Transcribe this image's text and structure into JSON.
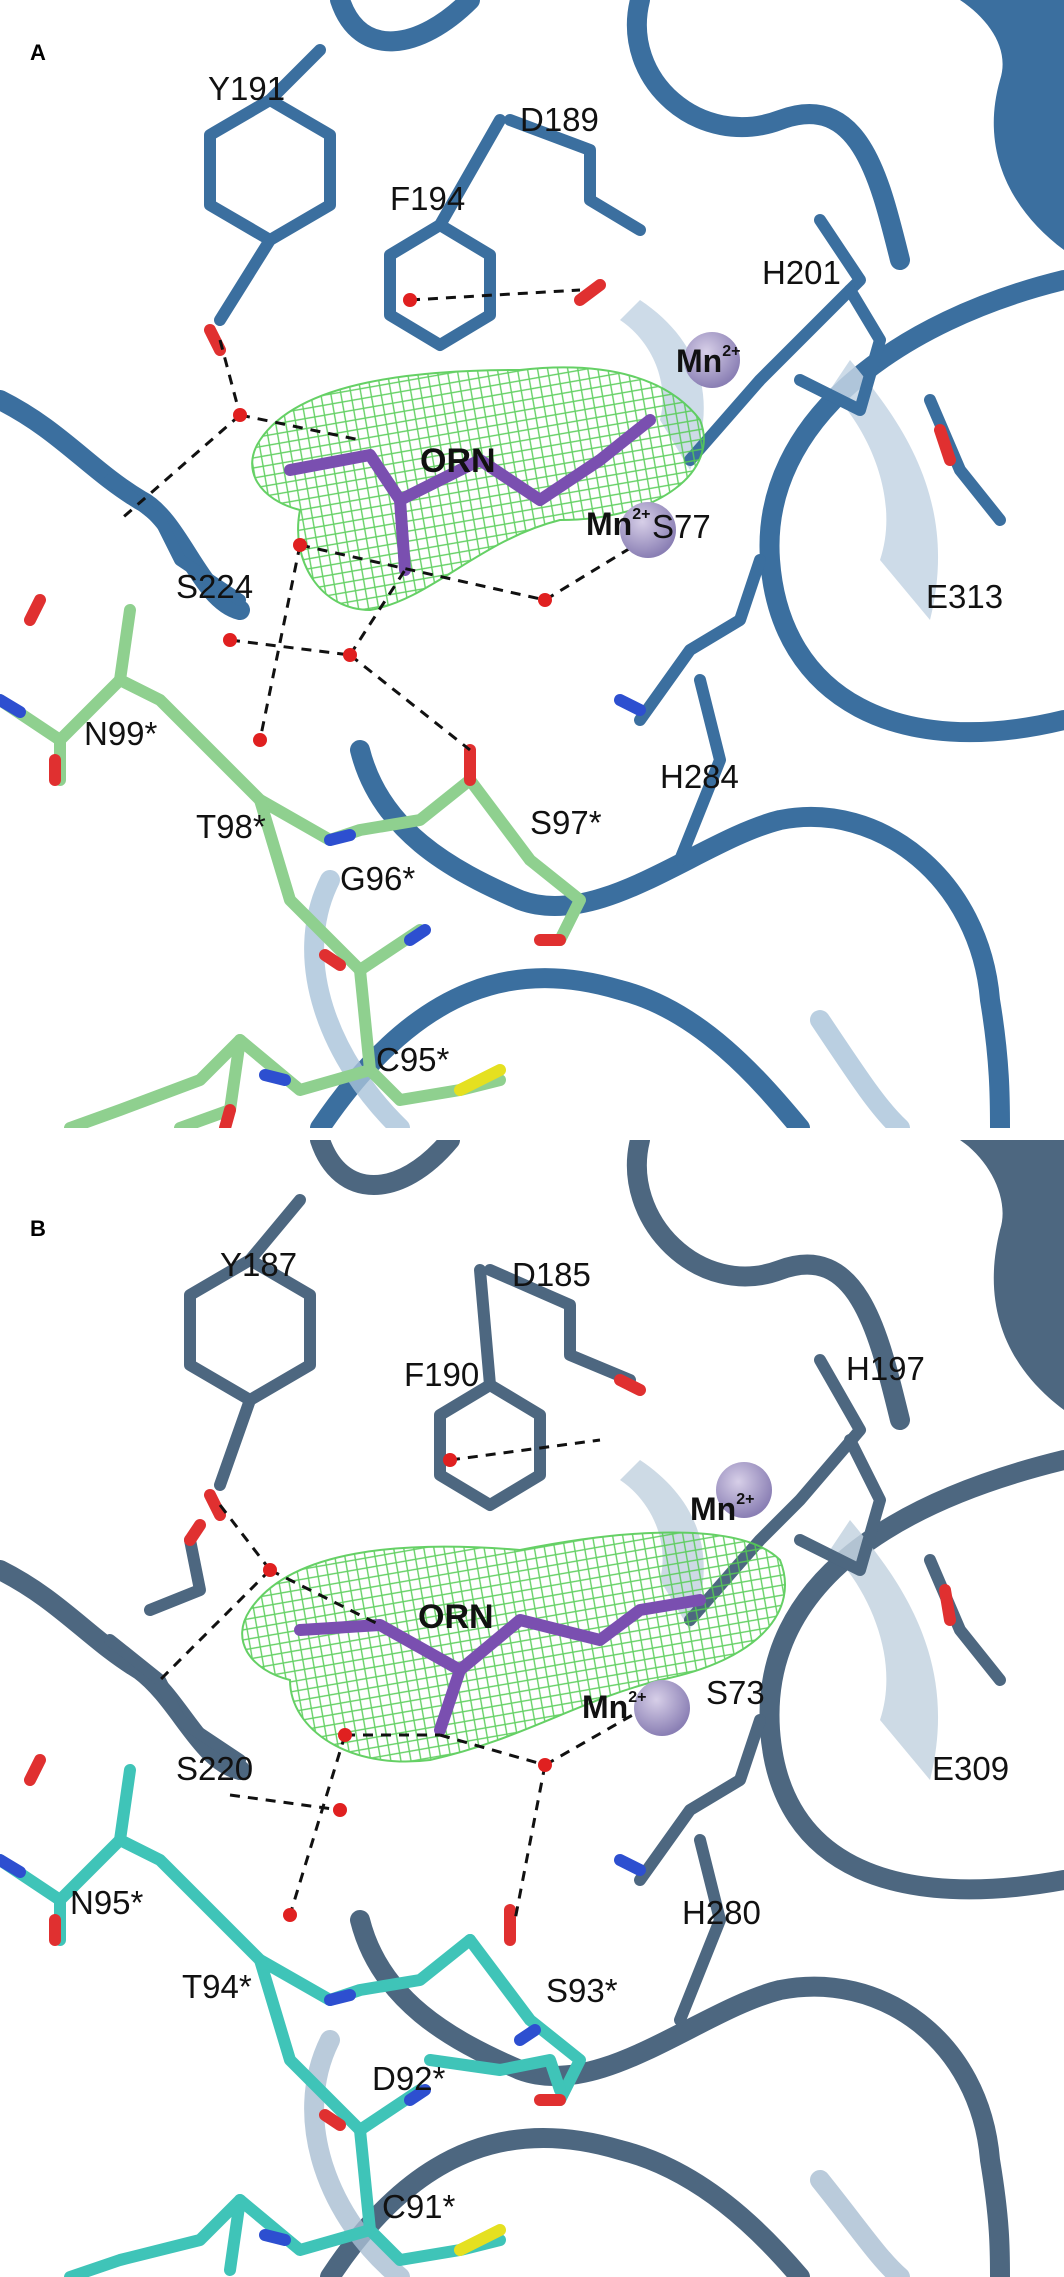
{
  "panels": [
    {
      "letter": "A",
      "ligand": "ORN",
      "metal": "Mn",
      "charge": "2+",
      "residues": {
        "y": "Y191",
        "d": "D189",
        "f": "F194",
        "h1": "H201",
        "s1": "S77",
        "e": "E313",
        "s2": "S224",
        "n": "N99*",
        "t": "T98*",
        "h2": "H284",
        "s3": "S97*",
        "g": "G96*",
        "c": "C95*"
      },
      "colors": {
        "backbone": "#3b6f9f",
        "chain2": "#8fd08f",
        "mesh": "#55cc55",
        "ligand": "#7a4fb0"
      }
    },
    {
      "letter": "B",
      "ligand": "ORN",
      "metal": "Mn",
      "charge": "2+",
      "residues": {
        "y": "Y187",
        "d": "D185",
        "f": "F190",
        "h1": "H197",
        "s1": "S73",
        "e": "E309",
        "s2": "S220",
        "n": "N95*",
        "t": "T94*",
        "h2": "H280",
        "s3": "S93*",
        "g": "D92*",
        "c": "C91*"
      },
      "colors": {
        "backbone": "#4d6780",
        "chain2": "#3fc4b8",
        "mesh": "#55cc55",
        "ligand": "#7a4fb0"
      }
    }
  ]
}
